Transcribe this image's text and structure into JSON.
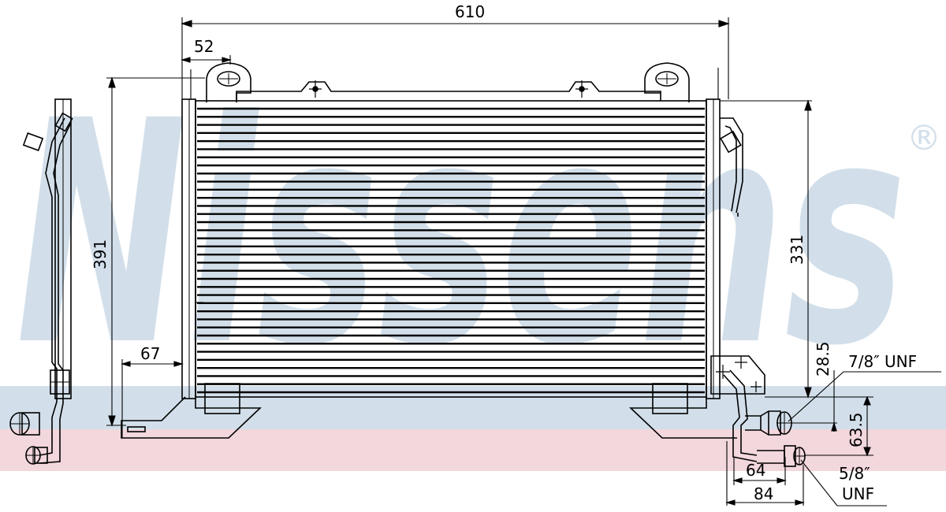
{
  "colors": {
    "watermark": "#d2dfea",
    "band_blue": "#d2dfea",
    "band_pink": "#f2d7dc",
    "line": "#000000"
  },
  "watermark": {
    "brand": "Nissens",
    "registered": "®"
  },
  "dimensions": {
    "overall_width": "610",
    "top_offset": "52",
    "height_left": "391",
    "height_right": "331",
    "pipe_offset_left": "67",
    "fitting_height_upper": "28.5",
    "fitting_height_lower": "63.5",
    "fitting_spacing_upper": "64",
    "fitting_spacing_lower": "84"
  },
  "thread_labels": {
    "large_fitting": "7/8″ UNF",
    "small_fitting_size": "5/8″",
    "small_fitting_thread": "UNF"
  }
}
